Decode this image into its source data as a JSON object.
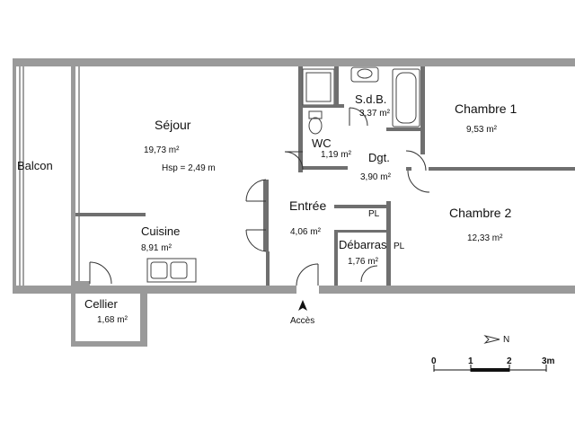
{
  "rooms": {
    "sejour": {
      "name": "Séjour",
      "area": "19,73 m²",
      "height": "Hsp = 2,49 m"
    },
    "sdb": {
      "name": "S.d.B.",
      "area": "3,37 m²"
    },
    "chambre1": {
      "name": "Chambre 1",
      "area": "9,53 m²"
    },
    "wc": {
      "name": "WC",
      "area": "1,19 m²"
    },
    "dgt": {
      "name": "Dgt.",
      "area": "3,90 m²"
    },
    "balcon": {
      "name": "Balcon"
    },
    "entree": {
      "name": "Entrée",
      "area": "4,06 m²"
    },
    "cuisine": {
      "name": "Cuisine",
      "area": "8,91 m²"
    },
    "debarras": {
      "name": "Débarras",
      "area": "1,76 m²"
    },
    "chambre2": {
      "name": "Chambre 2",
      "area": "12,33 m²"
    },
    "cellier": {
      "name": "Cellier",
      "area": "1,68 m²"
    }
  },
  "labels": {
    "placard": "PL",
    "placard2": "PL",
    "access": "Accès",
    "north": "N"
  },
  "scale": {
    "ticks": [
      "0",
      "1",
      "2",
      "3m"
    ]
  },
  "colors": {
    "wall_exterior": "#9a9a9a",
    "wall_interior": "#6f6f6f"
  }
}
